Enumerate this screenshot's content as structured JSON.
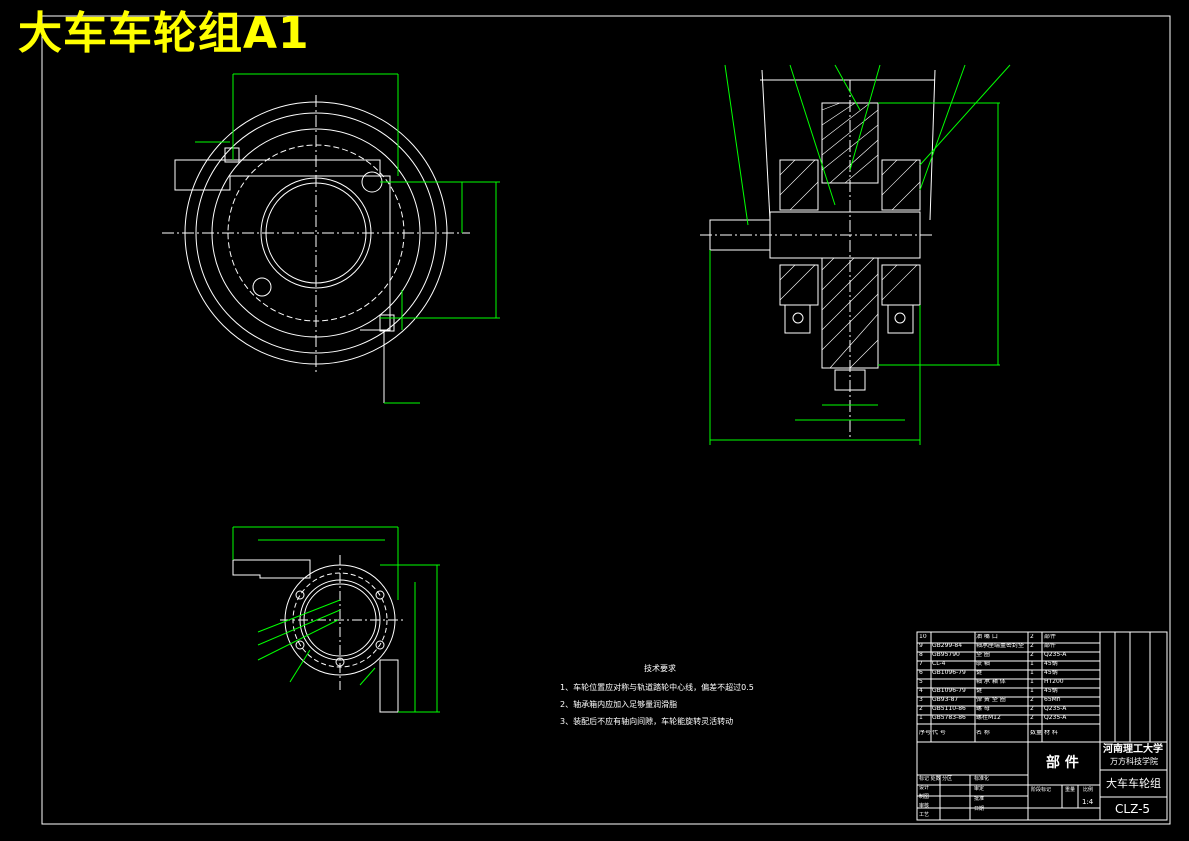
{
  "title": "大车车轮组A1",
  "tech_requirements": {
    "heading": "技术要求",
    "items": [
      "1、车轮位置应对称与轨道踏轮中心线，偏差不超过0.5",
      "2、轴承箱内应加入足够量润滑脂",
      "3、装配后不应有轴向间隙，车轮能旋转灵活转动"
    ]
  },
  "parts_list": {
    "rows": [
      {
        "no": "10",
        "code": "",
        "name": "油 嘴 口",
        "qty": "2",
        "material": "部件"
      },
      {
        "no": "9",
        "code": "GB299-84",
        "name": "轴承座端盖密封垫",
        "qty": "2",
        "material": "部件"
      },
      {
        "no": "8",
        "code": "GB95790",
        "name": "垫 圈",
        "qty": "2",
        "material": "Q235-A"
      },
      {
        "no": "7",
        "code": "CL-4",
        "name": "联 轴",
        "qty": "1",
        "material": "45钢"
      },
      {
        "no": "6",
        "code": "GB1096-79",
        "name": "键",
        "qty": "1",
        "material": "45钢"
      },
      {
        "no": "5",
        "code": "",
        "name": "轴 承 箱 体",
        "qty": "1",
        "material": "HT200"
      },
      {
        "no": "4",
        "code": "GB1096-79",
        "name": "键",
        "qty": "1",
        "material": "45钢"
      },
      {
        "no": "3",
        "code": "GB93-87",
        "name": "弹 簧 垫 圈",
        "qty": "2",
        "material": "65Mn"
      },
      {
        "no": "2",
        "code": "GB5110-86",
        "name": "螺 母",
        "qty": "2",
        "material": "Q235-A"
      },
      {
        "no": "1",
        "code": "GB5783-86",
        "name": "螺栓M12",
        "qty": "2",
        "material": "Q235-A"
      }
    ],
    "header": {
      "no": "序号",
      "code": "代 号",
      "name": "名 称",
      "qty": "数量",
      "material": "材 料"
    }
  },
  "title_block": {
    "university": "河南理工大学",
    "college": "万方科技学院",
    "part_label": "部 件",
    "drawing_name": "大车车轮组",
    "drawing_code": "CLZ-5",
    "scale": "1:4",
    "rows_left": [
      "标记 处数 分区",
      "设计",
      "制图",
      "审核",
      "工艺"
    ],
    "mid_labels": [
      "标准化",
      "审定",
      "批准",
      "日期"
    ],
    "stage_label": "阶段标记",
    "weight_label": "重量",
    "ratio_label": "比例"
  },
  "colors": {
    "line": "#ffffff",
    "dim": "#00ff00",
    "title": "#ffff00",
    "frame": "#ffffff",
    "bg": "#000000"
  }
}
